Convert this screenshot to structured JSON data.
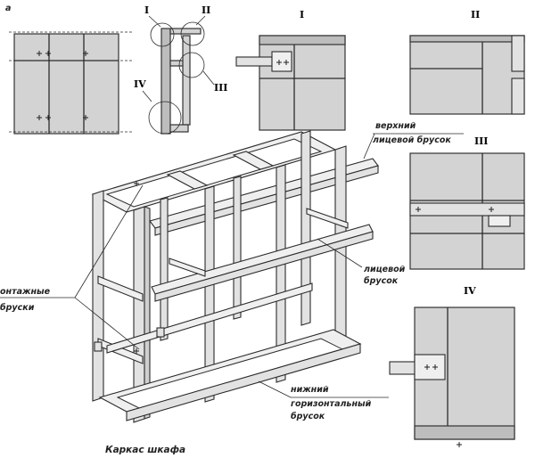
{
  "labels": {
    "figure_letter": "а",
    "detail_1": "I",
    "detail_2": "II",
    "detail_3": "III",
    "detail_4": "IV",
    "upper_face_bar_line1": "верхний",
    "upper_face_bar_line2": "лицевой брусок",
    "face_bar_line1": "лицевой",
    "face_bar_line2": "брусок",
    "mounting_bars_line1": "онтажные",
    "mounting_bars_line2": "бруски",
    "lower_bar_line1": "нижний",
    "lower_bar_line2": "горизонтальный",
    "lower_bar_line3": "брусок",
    "caption": "Каркас шкафа"
  }
}
